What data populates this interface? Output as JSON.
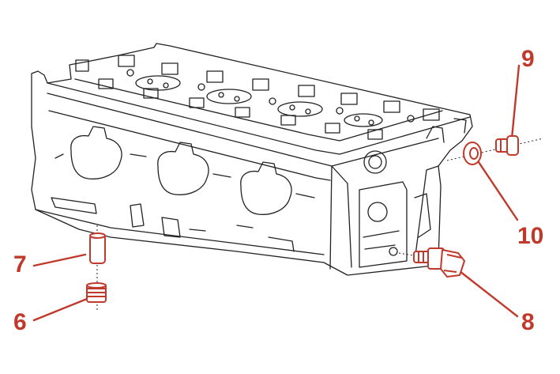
{
  "colors": {
    "line": "#222222",
    "accent": "#c0392b",
    "part_fill": "#e8a596"
  },
  "callouts": {
    "label_9": "9",
    "label_10": "10",
    "label_8": "8",
    "label_7": "7",
    "label_6": "6"
  }
}
